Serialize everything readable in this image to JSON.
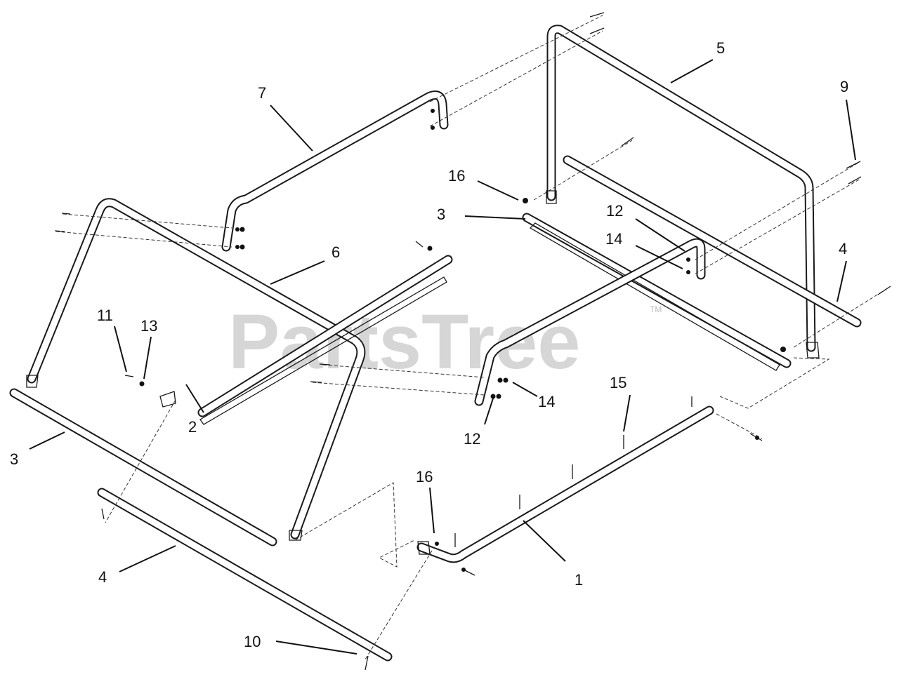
{
  "watermark": {
    "text": "PartsTree",
    "trademark": "TM"
  },
  "callouts": [
    {
      "id": "c5",
      "label": "5"
    },
    {
      "id": "c7",
      "label": "7"
    },
    {
      "id": "c9",
      "label": "9"
    },
    {
      "id": "c16a",
      "label": "16"
    },
    {
      "id": "c3a",
      "label": "3"
    },
    {
      "id": "c12a",
      "label": "12"
    },
    {
      "id": "c14a",
      "label": "14"
    },
    {
      "id": "c6",
      "label": "6"
    },
    {
      "id": "c4a",
      "label": "4"
    },
    {
      "id": "c11",
      "label": "11"
    },
    {
      "id": "c13",
      "label": "13"
    },
    {
      "id": "c2",
      "label": "2"
    },
    {
      "id": "c14b",
      "label": "14"
    },
    {
      "id": "c15",
      "label": "15"
    },
    {
      "id": "c12b",
      "label": "12"
    },
    {
      "id": "c3b",
      "label": "3"
    },
    {
      "id": "c16b",
      "label": "16"
    },
    {
      "id": "c4b",
      "label": "4"
    },
    {
      "id": "c1",
      "label": "1"
    },
    {
      "id": "c10",
      "label": "10"
    }
  ]
}
